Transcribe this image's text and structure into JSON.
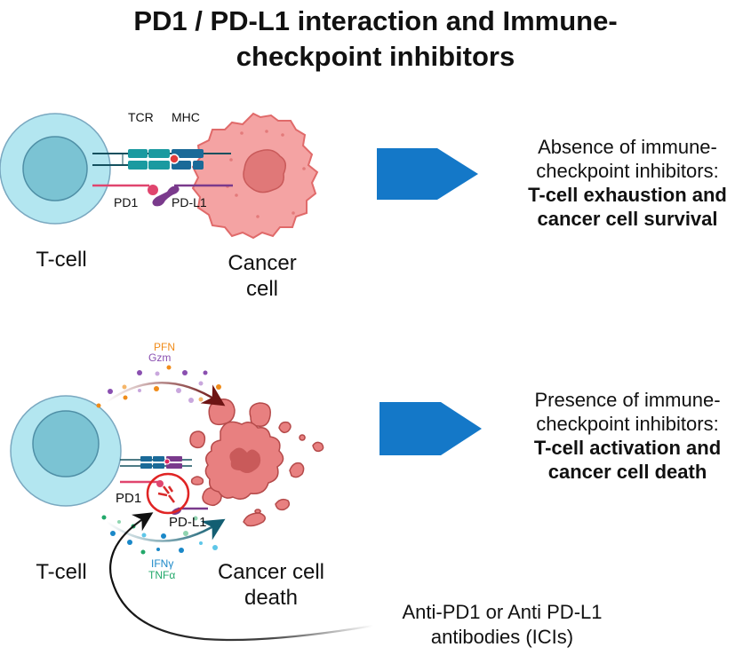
{
  "title": "PD1 / PD-L1 interaction and Immune-checkpoint inhibitors",
  "title_lines": [
    "PD1 / PD-L1 interaction and Immune-",
    "checkpoint inhibitors"
  ],
  "colors": {
    "arrow_blue": "#1478c8",
    "tcell_outer": "#b3e6f0",
    "tcell_inner": "#7bc3d3",
    "cancer": "#f19a9a",
    "cancer_nucleus": "#e07878",
    "tcr": "#1a9aa0",
    "mhc": "#1a6a98",
    "pd1": "#e0456e",
    "pdl1": "#7a3a8c",
    "antibody_circle": "#e02424",
    "pfn": "#f08c1a",
    "gzm": "#8a4fb0",
    "ifng": "#1a88c8",
    "tnfa": "#22a86a"
  },
  "panel_top": {
    "labels": {
      "tcr": "TCR",
      "mhc": "MHC",
      "pd1": "PD1",
      "pdl1": "PD-L1",
      "tcell": "T-cell",
      "cancer": [
        "Cancer",
        "cell"
      ]
    },
    "outcome": {
      "line1": "Absence of immune-",
      "line2": "checkpoint inhibitors:",
      "bold1": "T-cell exhaustion and",
      "bold2": "cancer cell survival"
    }
  },
  "panel_bottom": {
    "labels": {
      "pfn": "PFN",
      "gzm": "Gzm",
      "pd1": "PD1",
      "pdl1": "PD-L1",
      "ifng": "IFNγ",
      "tnfa": "TNFα",
      "tcell": "T-cell",
      "cancer": [
        "Cancer cell",
        "death"
      ]
    },
    "outcome": {
      "line1": "Presence of immune-",
      "line2": "checkpoint inhibitors:",
      "bold1": "T-cell activation and",
      "bold2": "cancer cell death"
    }
  },
  "icis_label": [
    "Anti-PD1 or Anti PD-L1",
    "antibodies (ICIs)"
  ]
}
